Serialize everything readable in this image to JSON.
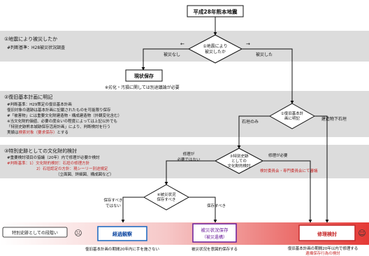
{
  "title": "平成28年熊本地震",
  "step1": {
    "heading": "①地震により被災したか",
    "note": "#判断基準：H28被災状況調査",
    "decision": "①地震により被災したか",
    "label_no": "被災なし",
    "label_yes": "被災した",
    "arrow_left": "←",
    "arrow_right": "→"
  },
  "box_current": {
    "title": "現状保存",
    "note": "※劣化・汚損に関しては別途議論が必要"
  },
  "step2": {
    "heading": "②復旧基本計画に明記",
    "lines": [
      "#判断基準：H29策定の復旧基本計画",
      "復旧対象の遺跡は基本計画に記載されたものを可能限り保存",
      "#「被害物」には重要文化財建造物・構成建造物（外観変化含む）",
      "※当文化財的価値、必要の度合いの程度によっては上記以外でも",
      "「特別史跡熊本城跡保存活用計画」により、判断検討を行う"
    ],
    "line_last_prefix": "実績は",
    "line_last_red": "検索対象（要求保存）",
    "line_last_suffix": "とする",
    "decision": "②復旧基本計画に明記",
    "label_no": "石垣のみ",
    "label_yes": "建造物下石垣"
  },
  "step3": {
    "heading": "③特別史跡としての文化財的検討",
    "lines": [
      "#重要検討項目の協議（20年）内で修理が必要か検討",
      "#判断基準：1）文化財的検討：石垣の修理方針",
      "2）石垣認定の方針：現シーリー別途規定",
      "（立面図、詳細図、構成図など）"
    ],
    "decision": "③特別史跡としての文化財的検討",
    "label_no": "修理が必要ではない",
    "label_yes": "修理が必要",
    "red_note": "検討委員会・専門委員会にて審議"
  },
  "step4": {
    "decision": "④被災状況保存すべき",
    "label_no": "保存すべきではない",
    "label_yes": "保存すべき"
  },
  "bottom": {
    "left_label": "特別史跡としての段階い",
    "box1": "経過観察",
    "box2_line1": "被災状況保存",
    "box2_line2": "（被災遺構）",
    "box3": "修理検討",
    "note1": "復旧基本計画の期間20年内に手を施さない",
    "note2": "被災状況を意図的保存する",
    "note3": "復旧基本計画の期間20年以内で修理する",
    "note3_red": "遺構保存行為の検討"
  },
  "icons": {
    "face_left": "☹",
    "face_right": "☺"
  },
  "colors": {
    "red": "#c62828",
    "band_gray": "#dcdcdc",
    "purple": "#6a1b9a",
    "gradient_start": "#ffffff",
    "gradient_end": "#e53935"
  }
}
